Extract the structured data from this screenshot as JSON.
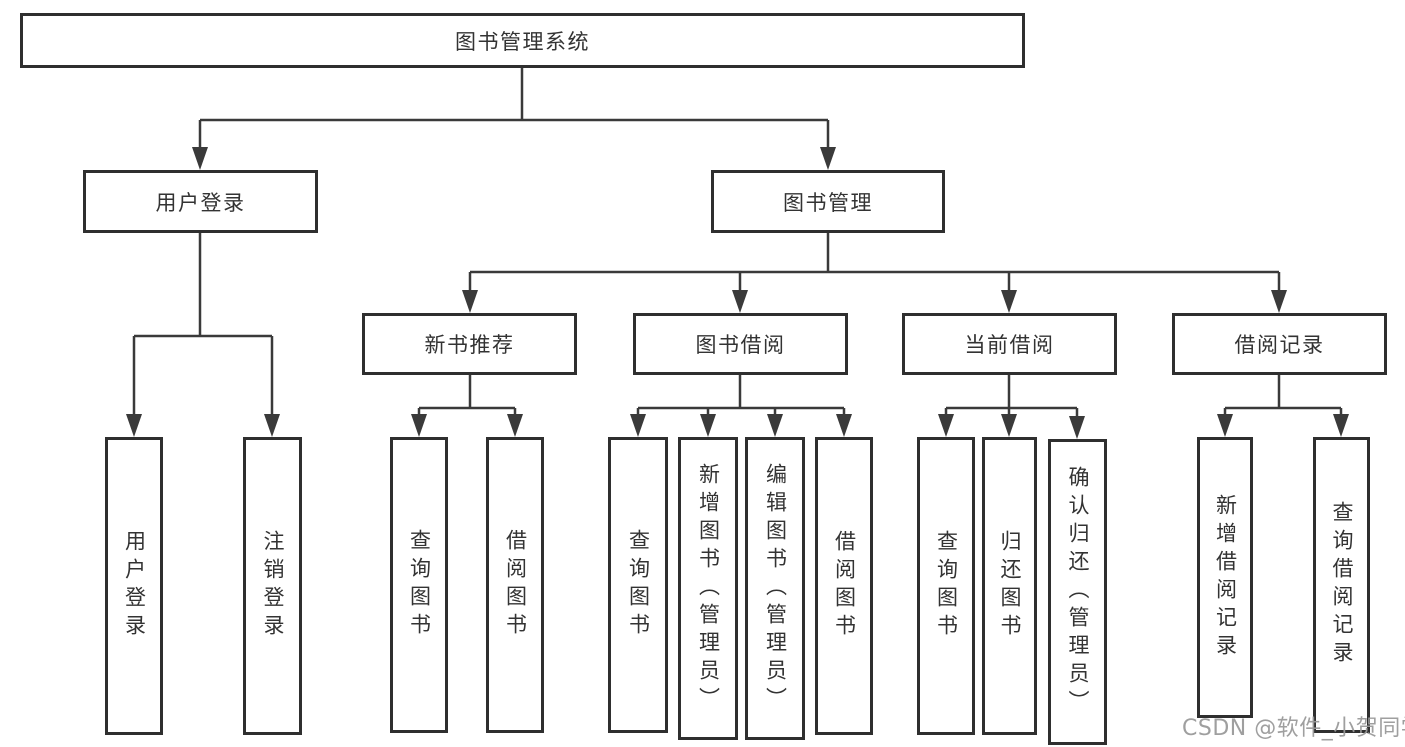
{
  "tree": {
    "label": "图书管理系统",
    "children": [
      {
        "label": "用户登录",
        "children": [
          {
            "label": "用户登录"
          },
          {
            "label": "注销登录"
          }
        ]
      },
      {
        "label": "图书管理",
        "children": [
          {
            "label": "新书推荐",
            "children": [
              {
                "label": "查询图书"
              },
              {
                "label": "借阅图书"
              }
            ]
          },
          {
            "label": "图书借阅",
            "children": [
              {
                "label": "查询图书"
              },
              {
                "label": "新增图书（管理员）"
              },
              {
                "label": "编辑图书（管理员）"
              },
              {
                "label": "借阅图书"
              }
            ]
          },
          {
            "label": "当前借阅",
            "children": [
              {
                "label": "查询图书"
              },
              {
                "label": "归还图书"
              },
              {
                "label": "确认归还（管理员）"
              }
            ]
          },
          {
            "label": "借阅记录",
            "children": [
              {
                "label": "新增借阅记录"
              },
              {
                "label": "查询借阅记录"
              }
            ]
          }
        ]
      }
    ]
  },
  "watermark": {
    "text": "CSDN @软件_小贺同学"
  },
  "colors": {
    "background": "#ffffff",
    "box_border": "#2f2f2f",
    "line": "#3a3a3a",
    "text": "#333333",
    "watermark": "#9a9a9a"
  }
}
